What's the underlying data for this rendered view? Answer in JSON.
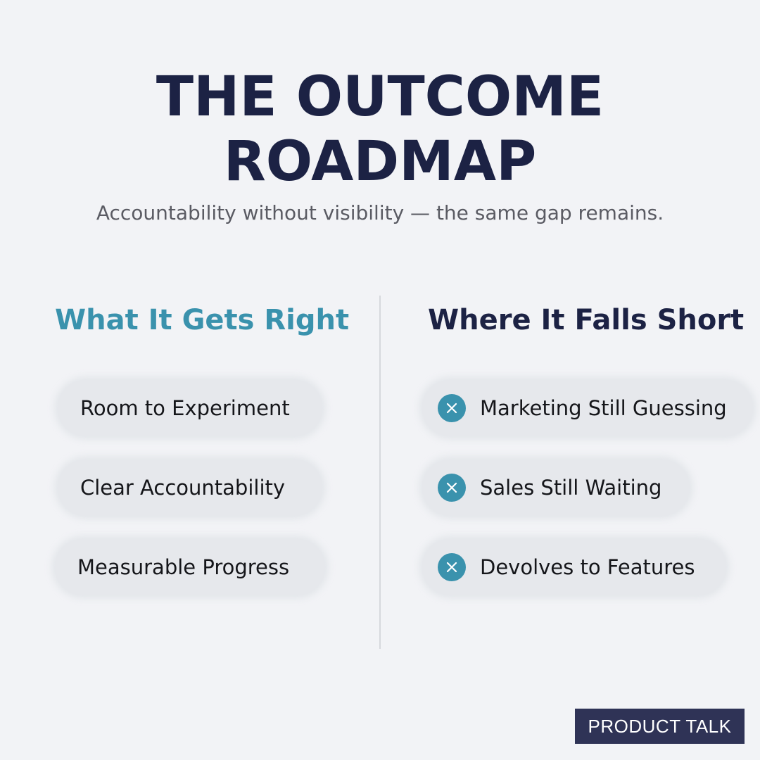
{
  "header": {
    "title_line1": "THE OUTCOME",
    "title_line2": "ROADMAP",
    "subtitle": "Accountability without visibility — the same gap remains."
  },
  "left_column": {
    "heading": "What It Gets Right",
    "items": [
      {
        "label": "Room to Experiment"
      },
      {
        "label": "Clear Accountability"
      },
      {
        "label": "Measurable Progress"
      }
    ]
  },
  "right_column": {
    "heading": "Where It Falls Short",
    "icon": "x-circle-icon",
    "items": [
      {
        "label": "Marketing Still Guessing"
      },
      {
        "label": "Sales Still Waiting"
      },
      {
        "label": "Devolves to Features"
      }
    ]
  },
  "brand": {
    "label": "PRODUCT TALK"
  },
  "colors": {
    "background": "#f2f3f6",
    "navy": "#1c2244",
    "teal": "#3a92ad",
    "badge": "#2f3356"
  }
}
